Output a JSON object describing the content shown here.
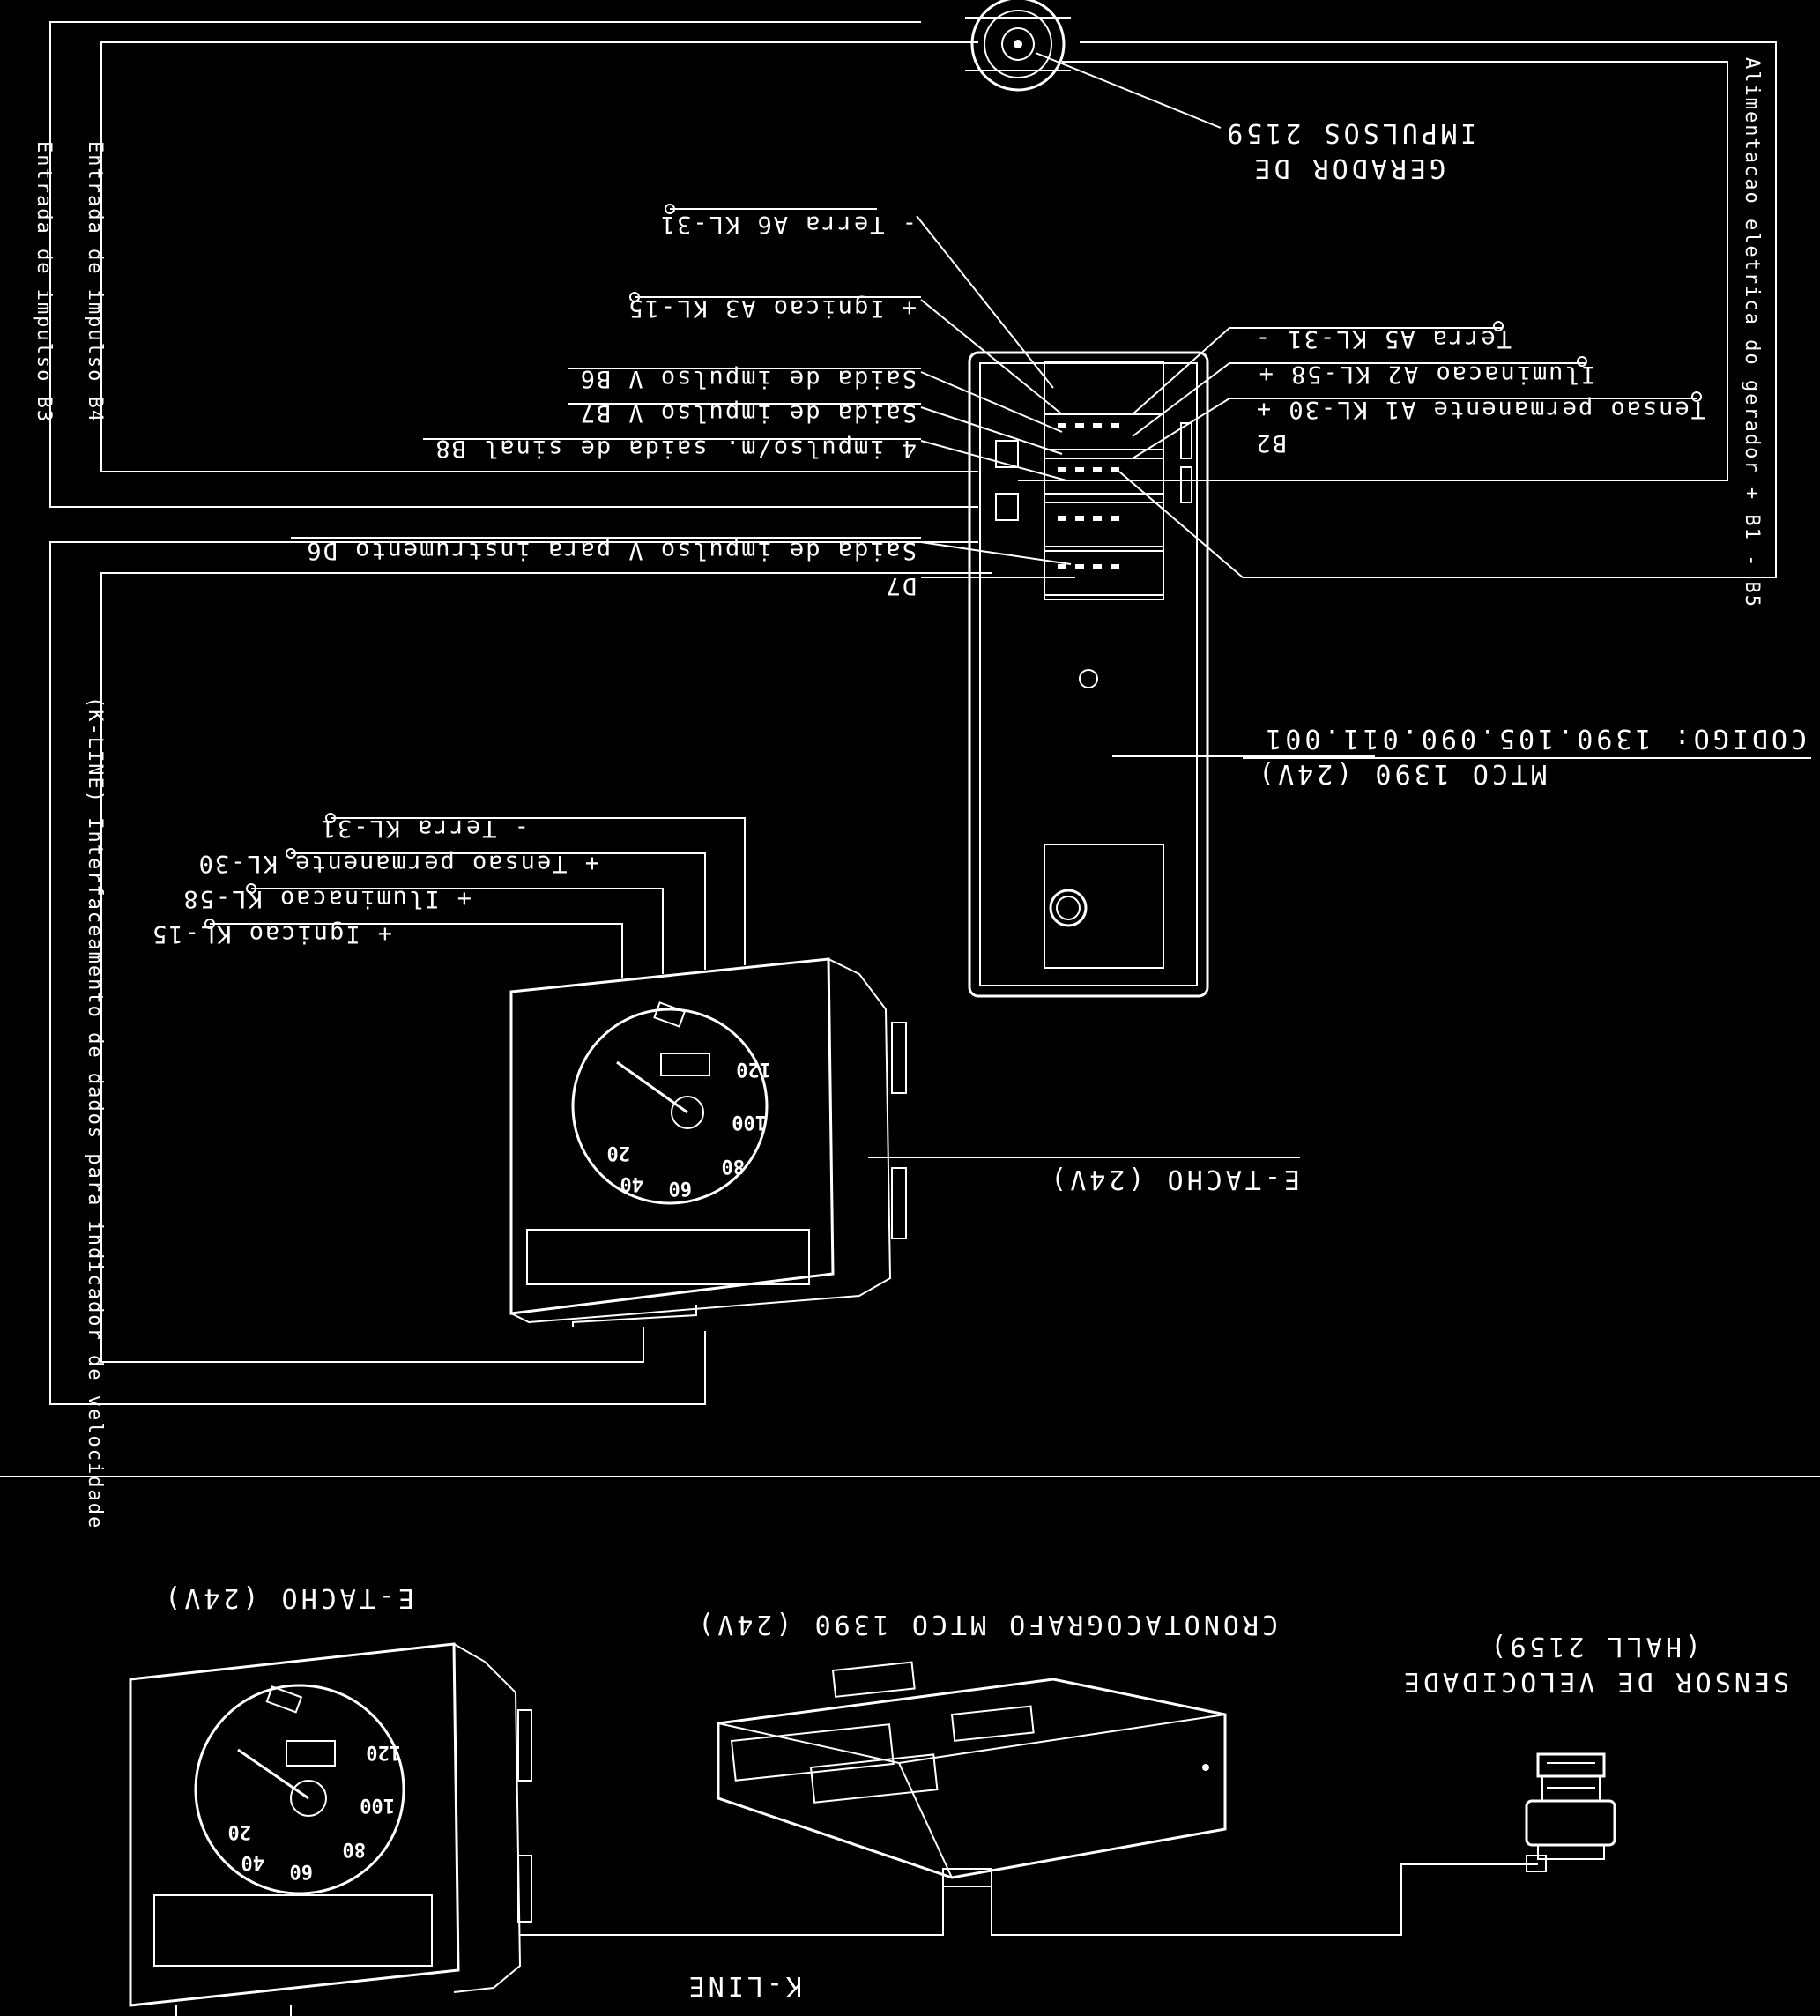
{
  "top_diagram": {
    "generator": {
      "line1": "GERADOR DE",
      "line2": "IMPULSOS 2159"
    },
    "connector_labels": {
      "a6": "- Terra A6 KL-31",
      "a3": "+ Ignicao A3 KL-15",
      "b6": "Saida de impulso V B6",
      "b7": "Saida de impulso V B7",
      "b8": "4 impulso/m. saida de sinal B8",
      "d6": "Saida de impulso V para instrumento D6",
      "d7": "D7",
      "a5": "Terra A5 KL-31 -",
      "a2": "Iluminacao A2 KL-58 +",
      "a1": "Tensao permanente A1 KL-30 +",
      "b2": "B2"
    },
    "side_labels": {
      "left_outer": "Entrada de impulso B3",
      "left_inner": "Entrada de impulso B4",
      "right": "Alimentacao eletrica do gerador + B1 - B5",
      "k_line": "(K-LINE) Interfaceamento de dados para indicador de velocidade"
    },
    "tacho_labels": {
      "terra": "- Terra KL-31",
      "tensao": "+ Tensao permanente KL-30",
      "ilum": "+ Iluminacao KL-58",
      "ign": "+ Ignicao KL-15"
    },
    "mtco": {
      "model": "MTCO 1390 (24V)",
      "code": "CODIGO: 1390.105.090.011.001"
    },
    "etacho": "E-TACHO (24V)"
  },
  "bottom_diagram": {
    "etacho": "E-TACHO (24V)",
    "chrono": "CRONOTACOGRAFO MTCO 1390 (24V)",
    "sensor_line1": "SENSOR DE VELOCIDADE",
    "sensor_line2": "(HALL 2159)",
    "kline": "K-LINE"
  },
  "gauge_ticks": [
    "20",
    "40",
    "60",
    "80",
    "100",
    "120"
  ],
  "colors": {
    "background": "#000000",
    "ink": "#ffffff"
  }
}
